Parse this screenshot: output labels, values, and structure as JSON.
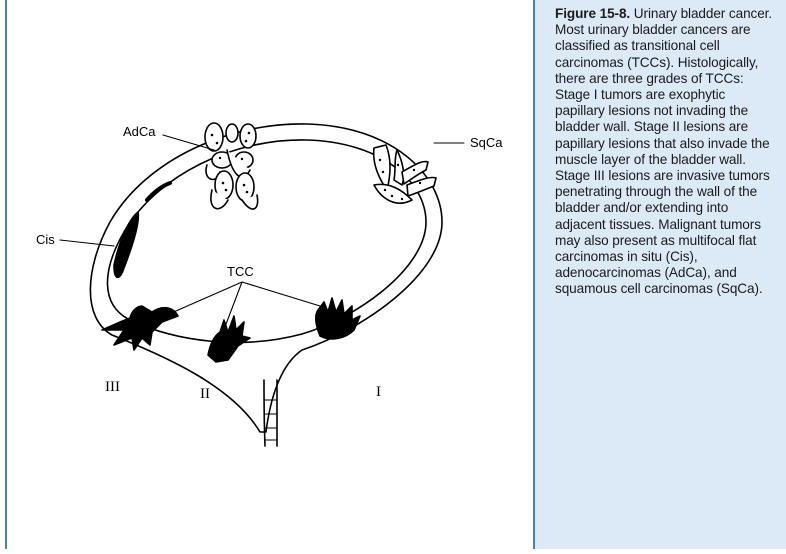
{
  "diagram": {
    "labels": {
      "adca": "AdCa",
      "sqca": "SqCa",
      "cis": "Cis",
      "tcc": "TCC",
      "stage_3": "III",
      "stage_2": "II",
      "stage_1": "I"
    }
  },
  "caption": {
    "figure_label": "Figure 15-8.",
    "text": "Urinary bladder cancer. Most urinary bladder cancers are classified as transitional cell carcinomas (TCCs). Histologically, there are three grades of TCCs: Stage I tumors are exophytic papillary lesions not invading the bladder wall. Stage II lesions are papillary lesions that also invade the muscle layer of the bladder wall. Stage III lesions are invasive tumors penetrating through the wall of the bladder and/or extending into adjacent tissues. Malignant tumors may also present as multifocal flat carcinomas in situ (Cis), adenocarcinomas (AdCa), and squamous cell carcinomas (SqCa)."
  },
  "colors": {
    "frame_border": "#4a7fb0",
    "caption_background": "#dce9f7"
  }
}
